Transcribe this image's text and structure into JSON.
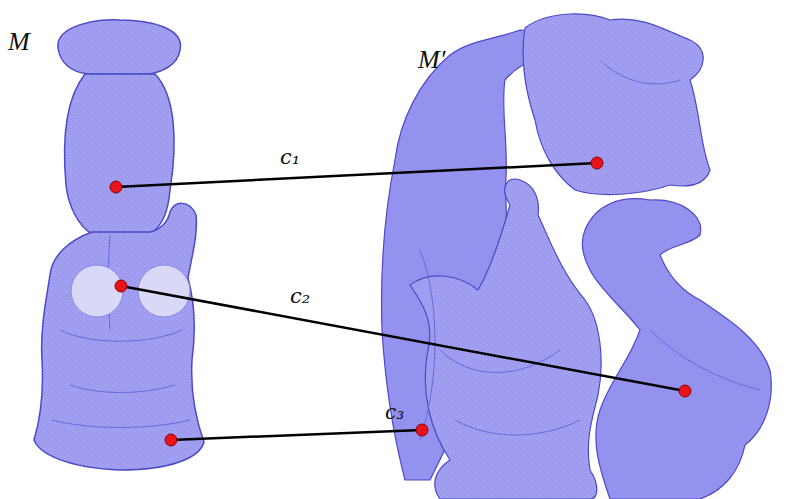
{
  "diagram": {
    "labels": [
      "M",
      "M′",
      "c₁",
      "c₂",
      "c₃"
    ]
  }
}
